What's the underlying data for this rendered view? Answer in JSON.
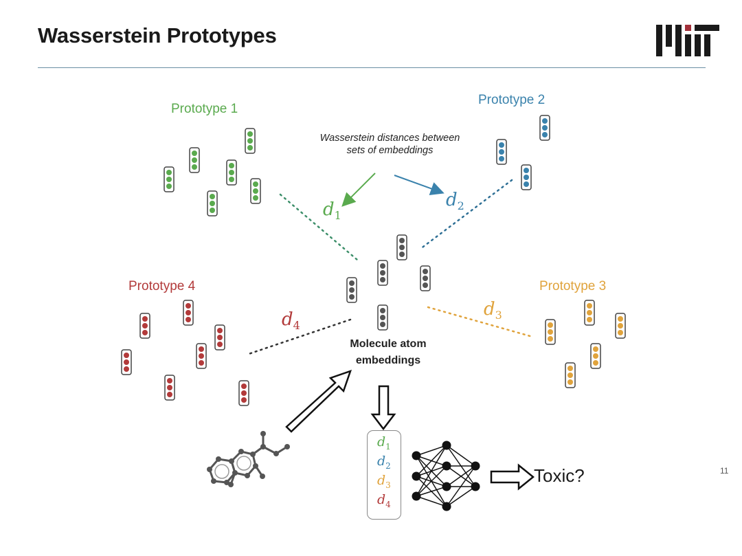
{
  "slide": {
    "title": "Wasserstein Prototypes",
    "slide_number": "11",
    "logo_text": "MIT"
  },
  "prototypes": [
    {
      "label": "Prototype 1",
      "color": "#5aaa4e"
    },
    {
      "label": "Prototype 2",
      "color": "#3a82ac"
    },
    {
      "label": "Prototype 3",
      "color": "#e0a33c"
    },
    {
      "label": "Prototype 4",
      "color": "#b23a3a"
    }
  ],
  "caption": {
    "line1": "Wasserstein distances between",
    "line2": "sets of embeddings"
  },
  "distances": [
    {
      "base": "d",
      "sub": "1",
      "color": "#5aaa4e"
    },
    {
      "base": "d",
      "sub": "2",
      "color": "#3a82ac"
    },
    {
      "base": "d",
      "sub": "3",
      "color": "#e0a33c"
    },
    {
      "base": "d",
      "sub": "4",
      "color": "#b23a3a"
    }
  ],
  "molecule": {
    "line1": "Molecule atom",
    "line2": "embeddings",
    "color": "#555555"
  },
  "output": {
    "label": "Toxic?"
  }
}
